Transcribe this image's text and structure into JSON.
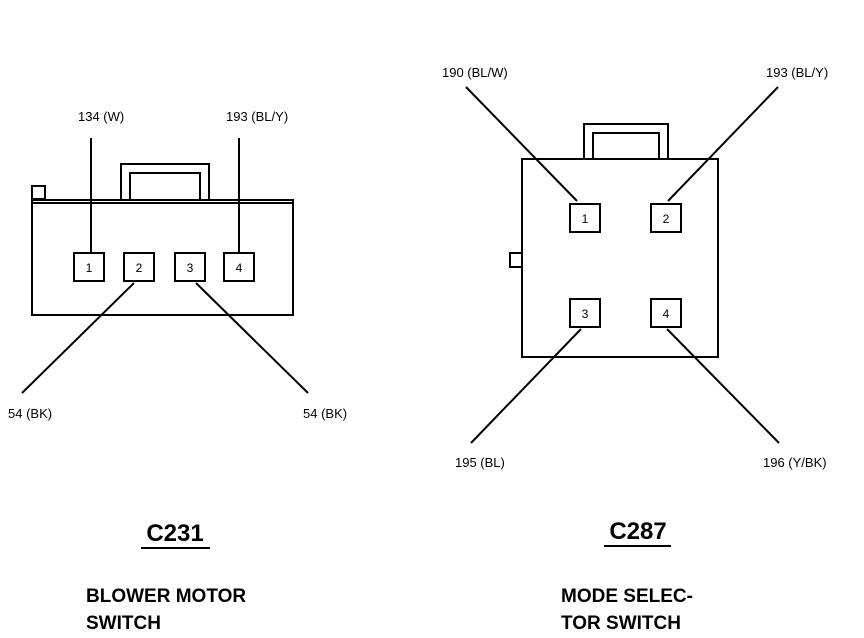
{
  "connectors": [
    {
      "id": "C231",
      "name_lines": [
        "BLOWER MOTOR",
        "SWITCH"
      ],
      "pins": [
        "1",
        "2",
        "3",
        "4"
      ],
      "wires": {
        "pin1": "134 (W)",
        "pin2": "54 (BK)",
        "pin3": "54 (BK)",
        "pin4": "193 (BL/Y)"
      }
    },
    {
      "id": "C287",
      "name_lines": [
        "MODE SELEC-",
        "TOR SWITCH"
      ],
      "pins": [
        "1",
        "2",
        "3",
        "4"
      ],
      "wires": {
        "pin1": "190 (BL/W)",
        "pin2": "193 (BL/Y)",
        "pin3": "195 (BL)",
        "pin4": "196 (Y/BK)"
      }
    }
  ]
}
